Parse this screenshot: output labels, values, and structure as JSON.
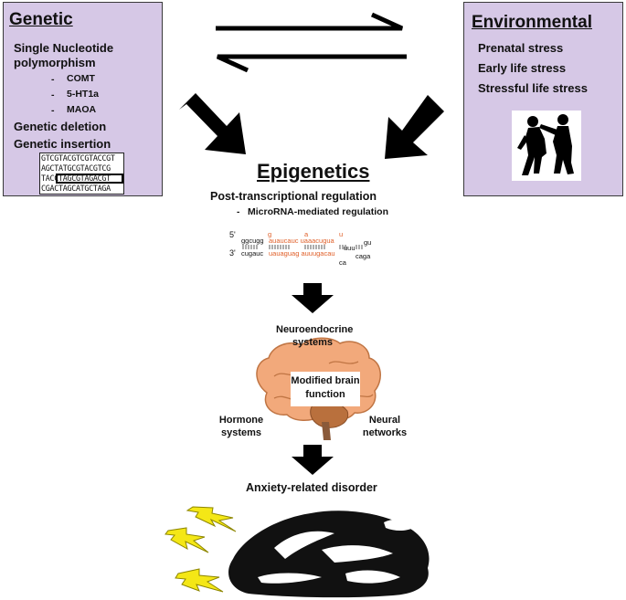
{
  "genetic": {
    "title": "Genetic",
    "snp_line1": "Single Nucleotide",
    "snp_line2": "polymorphism",
    "genes": [
      "COMT",
      "5-HT1a",
      "MAOA"
    ],
    "deletion": "Genetic deletion",
    "insertion": "Genetic insertion",
    "dna_rows": [
      "GTCGTACGTCGTACCGT",
      "AGCTATGCGTACGTCG",
      "TACCTAGCGTAGACGT",
      "CGACTAGCATGCTAGA"
    ]
  },
  "environmental": {
    "title": "Environmental",
    "items": [
      "Prenatal stress",
      "Early life stress",
      "Stressful life stress"
    ]
  },
  "epigenetics": {
    "title": "Epigenetics",
    "subtitle": "Post-transcriptional regulation",
    "bullet": "MicroRNA-mediated regulation",
    "dash": "-"
  },
  "mirna": {
    "five_prime": "5'",
    "three_prime": "3'",
    "top_dark1": "ggcugg",
    "top_orange": "auaucauc  uaaacugua",
    "top_gu": "gu",
    "bot_dark1": "cugauc",
    "bot_orange": "uauaguag  auuugacau",
    "bot_caga": "caga",
    "loop_g": "g",
    "loop_a": "a",
    "loop_u": "u",
    "loop_ca": "ca",
    "loop_uu": "uuu"
  },
  "brain": {
    "neuroendocrine": [
      "Neuroendocrine",
      "systems"
    ],
    "center": [
      "Modified brain",
      "function"
    ],
    "hormone": [
      "Hormone",
      "systems"
    ],
    "neural": [
      "Neural",
      "networks"
    ]
  },
  "outcome": "Anxiety-related disorder",
  "colors": {
    "box_fill": "#d6c8e6",
    "brain": "#f2a97b",
    "brain_dark": "#c07544",
    "cerebellum": "#b9703d",
    "stem": "#8a5a3a",
    "bolt": "#f4e716",
    "mirna_orange": "#e0602a"
  }
}
